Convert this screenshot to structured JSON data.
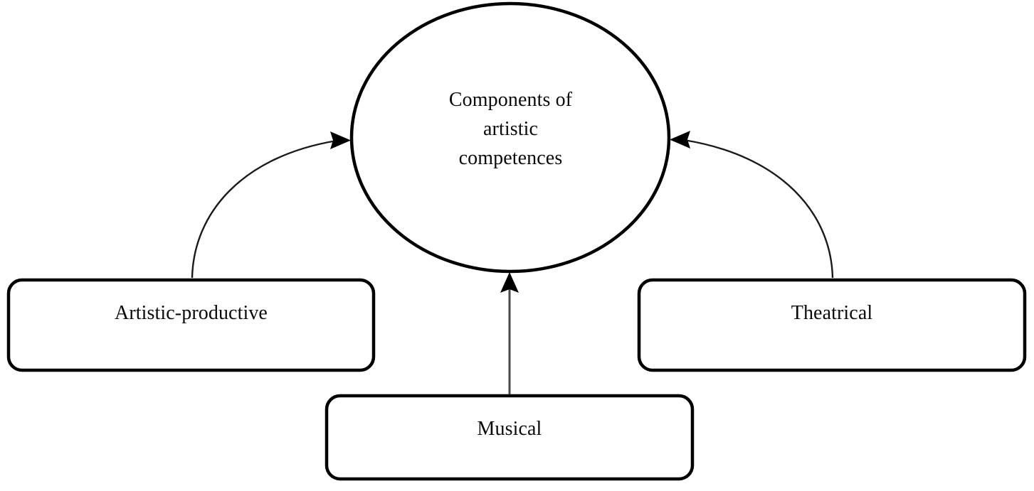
{
  "diagram": {
    "title": "Components of artistic competences",
    "center_node": {
      "id": "components-of-artistic-competences",
      "shape": "ellipse",
      "label": "Components of\nartistic\ncompetences",
      "label_lines": [
        "Components of",
        "artistic",
        "competences"
      ],
      "stroke_color": "#000000",
      "fill_color": "#ffffff"
    },
    "nodes": [
      {
        "id": "artistic-productive",
        "shape": "rounded-rectangle",
        "label": "Artistic-productive",
        "position": "left",
        "stroke_color": "#000000",
        "fill_color": "#ffffff"
      },
      {
        "id": "theatrical",
        "shape": "rounded-rectangle",
        "label": "Theatrical",
        "position": "right",
        "stroke_color": "#000000",
        "fill_color": "#ffffff"
      },
      {
        "id": "musical",
        "shape": "rounded-rectangle",
        "label": "Musical",
        "position": "bottom",
        "stroke_color": "#000000",
        "fill_color": "#ffffff"
      }
    ],
    "edges": [
      {
        "id": "edge-artistic-productive-to-center",
        "from": "artistic-productive",
        "to": "components-of-artistic-competences",
        "style": "curved",
        "arrowhead": "filled-triangle",
        "direction": "to-center"
      },
      {
        "id": "edge-musical-to-center",
        "from": "musical",
        "to": "components-of-artistic-competences",
        "style": "straight",
        "arrowhead": "filled-triangle",
        "direction": "to-center"
      },
      {
        "id": "edge-theatrical-to-center",
        "from": "theatrical",
        "to": "components-of-artistic-competences",
        "style": "curved",
        "arrowhead": "filled-triangle",
        "direction": "to-center"
      }
    ]
  }
}
